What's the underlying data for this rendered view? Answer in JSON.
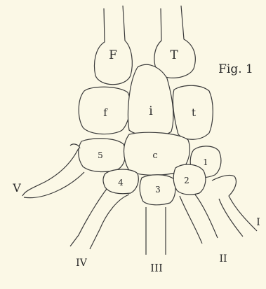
{
  "figure": {
    "title": "Fig. 1",
    "bone_labels": {
      "F": "F",
      "T": "T",
      "f": "f",
      "i": "i",
      "t": "t",
      "c": "c",
      "b5": "5",
      "b4": "4",
      "b3": "3",
      "b2": "2",
      "b1": "1"
    },
    "digit_labels": {
      "V": "V",
      "IV": "IV",
      "III": "III",
      "II": "II",
      "I": "I"
    }
  }
}
